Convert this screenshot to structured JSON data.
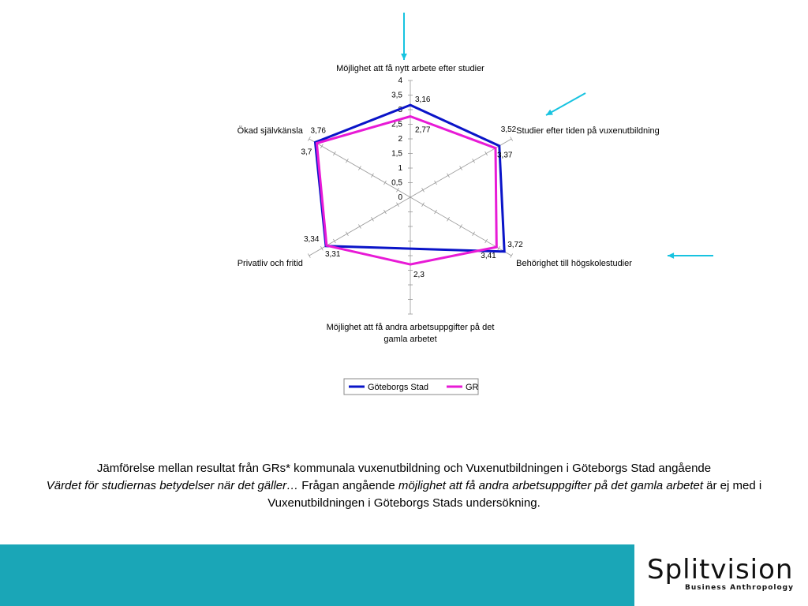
{
  "chart_data": {
    "type": "radar",
    "axes": [
      "Möjlighet att få nytt arbete efter studier",
      "Studier efter tiden på vuxenutbildning",
      "Behörighet till högskolestudier",
      "Möjlighet att få andra arbetsuppgifter på det gamla arbetet",
      "Privatliv och fritid",
      "Ökad självkänsla"
    ],
    "rlim": [
      0,
      4
    ],
    "ticks": [
      "0",
      "0,5",
      "1",
      "1,5",
      "2",
      "2,5",
      "3",
      "3,5",
      "4"
    ],
    "tick_values": [
      0,
      0.5,
      1,
      1.5,
      2,
      2.5,
      3,
      3.5,
      4
    ],
    "series": [
      {
        "name": "Göteborgs Stad",
        "color": "#0a14c8",
        "values": [
          3.16,
          3.52,
          3.72,
          null,
          3.34,
          3.76
        ],
        "labels": [
          "3,16",
          "3,52",
          "3,72",
          "",
          "3,34",
          "3,76"
        ]
      },
      {
        "name": "GR",
        "color": "#e81ad6",
        "values": [
          2.77,
          3.37,
          3.41,
          2.3,
          3.31,
          3.7
        ],
        "labels": [
          "2,77",
          "3,37",
          "3,41",
          "2,3",
          "3,31",
          "3,7"
        ]
      }
    ],
    "legend_position": "bottom"
  },
  "annotations": {
    "arrow_color": "#17c3e0"
  },
  "caption": {
    "line1": "Jämförelse mellan resultat från GRs* kommunala vuxenutbildning och Vuxenutbildningen i Göteborgs Stad angående",
    "italic1": "Värdet för studiernas betydelser när det gäller…",
    "text2": " Frågan angående ",
    "italic2": "möjlighet att få andra arbetsuppgifter på det gamla arbetet",
    "text3": " är ej med i Vuxenutbildningen i Göteborgs Stads undersökning."
  },
  "logo": {
    "main": "Splitvision",
    "sub": "Business Anthropology"
  }
}
